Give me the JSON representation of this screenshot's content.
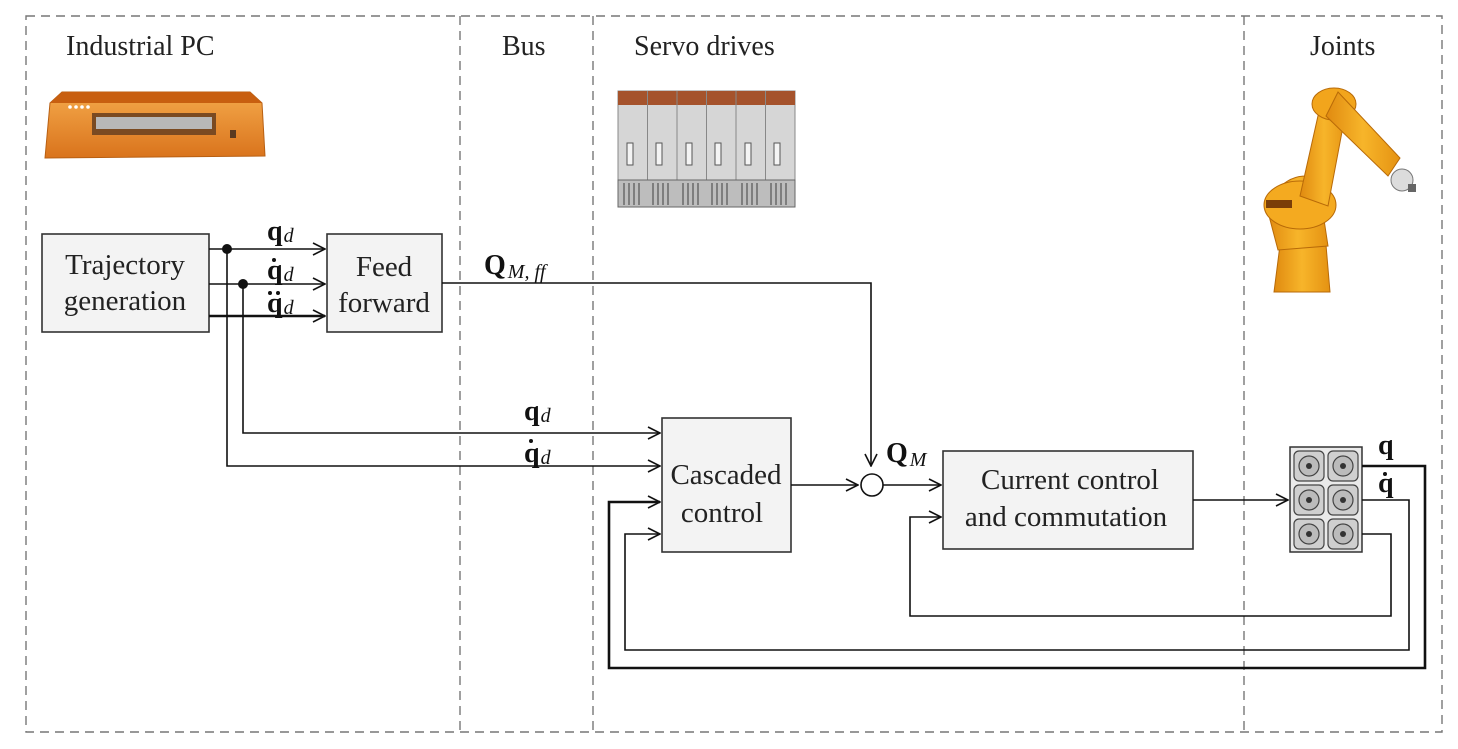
{
  "zones": {
    "industrial_pc": "Industrial PC",
    "bus": "Bus",
    "servo_drives": "Servo drives",
    "joints": "Joints"
  },
  "blocks": {
    "trajectory_line1": "Trajectory",
    "trajectory_line2": "generation",
    "feedforward_line1": "Feed",
    "feedforward_line2": "forward",
    "cascaded_line1": "Cascaded",
    "cascaded_line2": "control",
    "current_line1": "Current control",
    "current_line2": "and commutation"
  },
  "signals": {
    "q": "q",
    "d": "d",
    "Q": "Q",
    "M": "M",
    "mff": "M, ff"
  },
  "icons": {
    "pc": "industrial-pc-icon",
    "servo": "servo-drives-icon",
    "robot": "robot-arm-icon",
    "motors": "motor-array-icon"
  },
  "colors": {
    "pc_orange": "#e8892a",
    "robot_orange": "#f0a018",
    "servo_top": "#a0522d",
    "servo_body": "#d2d2d2",
    "block_fill": "#f3f3f3"
  }
}
